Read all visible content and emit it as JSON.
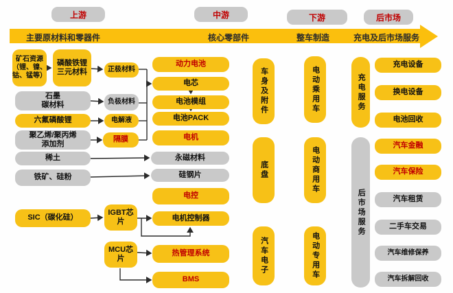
{
  "colors": {
    "node_yellow": "#f7c117",
    "node_gray": "#c9c9c9",
    "banner_yellow": "#fbbf0d",
    "accent_red": "#c00000",
    "wire_black": "#2b2b2b"
  },
  "stages": [
    {
      "label": "上游"
    },
    {
      "label": "中游"
    },
    {
      "label": "下游"
    },
    {
      "label": "后市场"
    }
  ],
  "banner": {
    "segments": [
      {
        "label": "主要原材料和零器件"
      },
      {
        "label": "核心零部件"
      },
      {
        "label": "整车制造"
      },
      {
        "label": "充电及后市场服务"
      }
    ]
  },
  "nodes": {
    "kuangshi": {
      "label": "矿石资源（锂、镍、钴、锰等）"
    },
    "linsuantieli": {
      "label": "磷酸铁锂\n三元材料"
    },
    "zhengji": {
      "label": "正极材料"
    },
    "shimo": {
      "label": "石墨\n碳材料"
    },
    "fuji": {
      "label": "负极材料"
    },
    "liufulinsuanli": {
      "label": "六氟磷酸锂"
    },
    "dianjieye": {
      "label": "电解液"
    },
    "juyixi": {
      "label": "聚乙烯/聚丙烯\n添加剂"
    },
    "gemo": {
      "label": "隔膜"
    },
    "xitu": {
      "label": "稀土"
    },
    "tiekuang": {
      "label": "铁矿、硅粉"
    },
    "sic": {
      "label": "SIC（碳化硅）"
    },
    "igbt": {
      "label": "IGBT芯\n片"
    },
    "mcu": {
      "label": "MCU芯\n片"
    },
    "donglidianchi": {
      "label": "动力电池"
    },
    "dianxin": {
      "label": "电芯"
    },
    "dianchimozu": {
      "label": "电池模组"
    },
    "dianchipack": {
      "label": "电池PACK"
    },
    "dianji": {
      "label": "电机"
    },
    "yongcicailiao": {
      "label": "永磁材料"
    },
    "guigangpian": {
      "label": "硅钢片"
    },
    "diankong": {
      "label": "电控"
    },
    "dianjikongzhiqi": {
      "label": "电机控制器"
    },
    "reguanli": {
      "label": "热管理系统"
    },
    "bms": {
      "label": "BMS"
    },
    "cheshen": {
      "label": "车身及附件"
    },
    "dipan": {
      "label": "底盘"
    },
    "qichedianzi": {
      "label": "汽车电子"
    },
    "chengyongche": {
      "label": "电动乘用车"
    },
    "shangyongche": {
      "label": "电动商用车"
    },
    "zhuanyongche": {
      "label": "电动专用车"
    },
    "chongdianfuwu": {
      "label": "充电服务"
    },
    "houshichangfuwu": {
      "label": "后市场服务"
    },
    "chongdianshebei": {
      "label": "充电设备"
    },
    "huandianshebei": {
      "label": "换电设备"
    },
    "dianchihuishou": {
      "label": "电池回收"
    },
    "qichejinrong": {
      "label": "汽车金融"
    },
    "qichebaoxian": {
      "label": "汽车保险"
    },
    "qichezulin": {
      "label": "汽车租赁"
    },
    "ershouche": {
      "label": "二手车交易"
    },
    "weixiubaoyang": {
      "label": "汽车维修保养"
    },
    "chaijiehuishou": {
      "label": "汽车拆解回收"
    }
  }
}
